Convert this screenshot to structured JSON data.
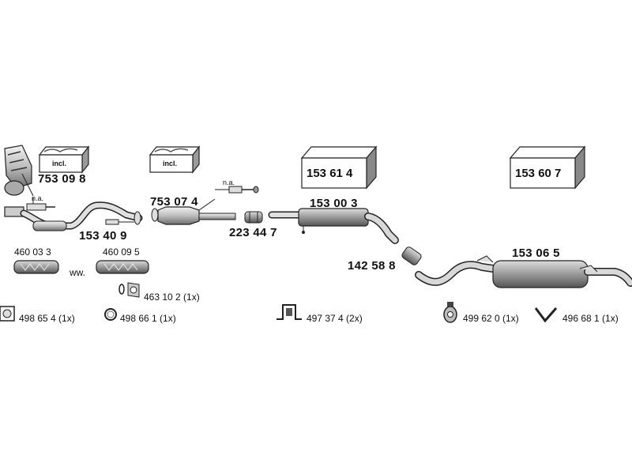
{
  "parts": {
    "manifold_kit": "753 09 8",
    "manifold_incl": "incl.",
    "manifold_na": "n.a.",
    "front_pipe": "153 40 9",
    "cat_kit_incl": "incl.",
    "catalyst": "753 07 4",
    "cat_na": "n.a.",
    "clamp_223": "223 44 7",
    "mid_box_kit": "153 61 4",
    "middle_silencer": "153 00 3",
    "clamp_142": "142 58 8",
    "rear_box_kit": "153 60 7",
    "rear_silencer": "153 06 5",
    "flex_1": "460 03 3",
    "flex_2": "460 09 5",
    "flex_alt": "ww.",
    "gasket_463": "463 10 2 (1x)"
  },
  "accessories": [
    {
      "label": "498 65 4  (1x)",
      "icon": "square-gasket-icon"
    },
    {
      "label": "498 66 1  (1x)",
      "icon": "ring-gasket-icon"
    },
    {
      "label": "497 37 4  (2x)",
      "icon": "bracket-mount-icon"
    },
    {
      "label": "499 62 0  (1x)",
      "icon": "rubber-hanger-icon"
    },
    {
      "label": "496 68 1  (1x)",
      "icon": "v-hanger-icon"
    }
  ],
  "colors": {
    "line": "#222222",
    "fill_light": "#e8e8e8",
    "fill_mid": "#bdbdbd",
    "fill_dark": "#6e6e6e"
  }
}
